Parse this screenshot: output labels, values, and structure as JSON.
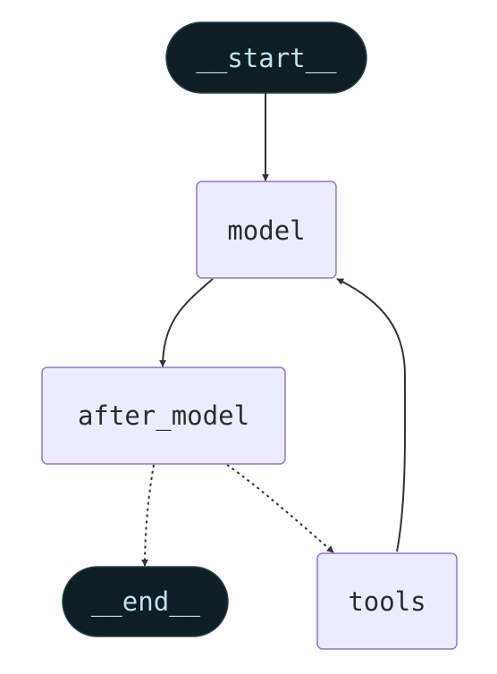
{
  "colors": {
    "terminal_fill": "#0f1d25",
    "terminal_stroke": "#2a3f4a",
    "terminal_text": "#bde4ec",
    "node_fill": "#ececff",
    "node_stroke": "#9673d3",
    "node_text": "#2b2b2b",
    "edge": "#333333"
  },
  "nodes": {
    "start": {
      "label": "__start__",
      "kind": "terminal"
    },
    "model": {
      "label": "model",
      "kind": "process"
    },
    "after_model": {
      "label": "after_model",
      "kind": "process"
    },
    "end": {
      "label": "__end__",
      "kind": "terminal"
    },
    "tools": {
      "label": "tools",
      "kind": "process"
    }
  },
  "edges": [
    {
      "from": "start",
      "to": "model",
      "style": "solid"
    },
    {
      "from": "model",
      "to": "after_model",
      "style": "solid"
    },
    {
      "from": "after_model",
      "to": "end",
      "style": "dashed"
    },
    {
      "from": "after_model",
      "to": "tools",
      "style": "dashed"
    },
    {
      "from": "tools",
      "to": "model",
      "style": "solid"
    }
  ]
}
